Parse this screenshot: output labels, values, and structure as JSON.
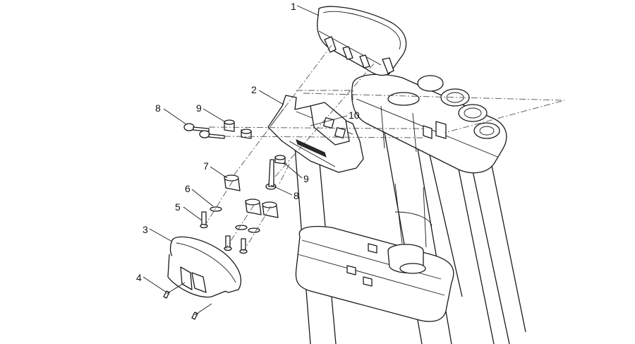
{
  "callouts": [
    {
      "key": "c1",
      "label": "1"
    },
    {
      "key": "c2",
      "label": "2"
    },
    {
      "key": "c3",
      "label": "3"
    },
    {
      "key": "c4",
      "label": "4"
    },
    {
      "key": "c5",
      "label": "5"
    },
    {
      "key": "c6",
      "label": "6"
    },
    {
      "key": "c7",
      "label": "7"
    },
    {
      "key": "c8a",
      "label": "8"
    },
    {
      "key": "c8b",
      "label": "8"
    },
    {
      "key": "c9a",
      "label": "9"
    },
    {
      "key": "c9b",
      "label": "9"
    },
    {
      "key": "c10",
      "label": "10"
    }
  ]
}
